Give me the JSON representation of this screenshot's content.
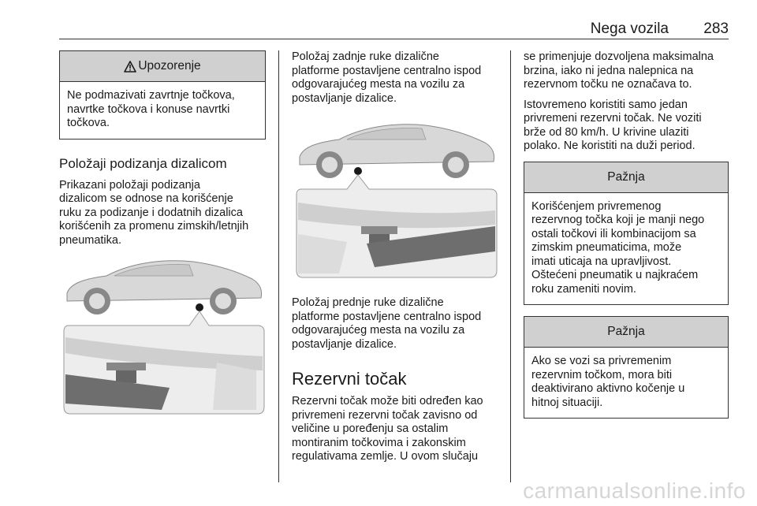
{
  "header": {
    "title": "Nega vozila",
    "page_number": "283"
  },
  "col1": {
    "warning": {
      "title": "Upozorenje",
      "icon": "warning-triangle-icon",
      "text": "Ne podmazivati zavrtnje točkova, navrtke točkova i konuse navrtki točkova."
    },
    "section_heading": "Položaji podizanja dizalicom",
    "body_lines": [
      "Prikazani položaji podizanja",
      "dizalicom se odnose na korišćenje",
      "ruku za podizanje i dodatnih dizalica",
      "korišćenih za promenu zimskih/letnjih",
      "pneumatika."
    ]
  },
  "col2": {
    "caption_rear_lines": [
      "Položaj zadnje ruke dizalične",
      "platforme postavljene centralno ispod",
      "odgovarajućeg mesta na vozilu za",
      "postavljanje dizalice."
    ],
    "caption_front_lines": [
      "Položaj prednje ruke dizalične",
      "platforme postavljene centralno ispod",
      "odgovarajućeg mesta na vozilu za",
      "postavljanje dizalice."
    ],
    "spare_heading": "Rezervni točak",
    "spare_lines": [
      "Rezervni točak može biti određen kao",
      "privremeni rezervni točak zavisno od",
      "veličine u poređenju sa ostalim",
      "montiranim točkovima i zakonskim",
      "regulativama zemlje. U ovom slučaju"
    ]
  },
  "col3": {
    "para1_lines": [
      "se primenjuje dozvoljena maksimalna",
      "brzina, iako ni jedna nalepnica na",
      "rezervnom točku ne označava to."
    ],
    "para2_lines": [
      "Istovremeno koristiti samo jedan",
      "privremeni rezervni točak. Ne voziti",
      "brže od 80 km/h. U krivine ulaziti",
      "polako. Ne koristiti na duži period."
    ],
    "notice1": {
      "title": "Pažnja",
      "lines": [
        "Korišćenjem privremenog",
        "rezervnog točka koji je manji nego",
        "ostali točkovi ili kombinacijom sa",
        "zimskim pneumaticima, može",
        "imati uticaja na upravljivost.",
        "Oštećeni pneumatik u najkraćem",
        "roku zameniti novim."
      ]
    },
    "notice2": {
      "title": "Pažnja",
      "lines": [
        "Ako se vozi sa privremenim",
        "rezervnim točkom, mora biti",
        "deaktivirano aktivno kočenje u",
        "hitnoj situaciji."
      ]
    }
  },
  "footer": {
    "watermark": "carmanualsonline.info"
  }
}
